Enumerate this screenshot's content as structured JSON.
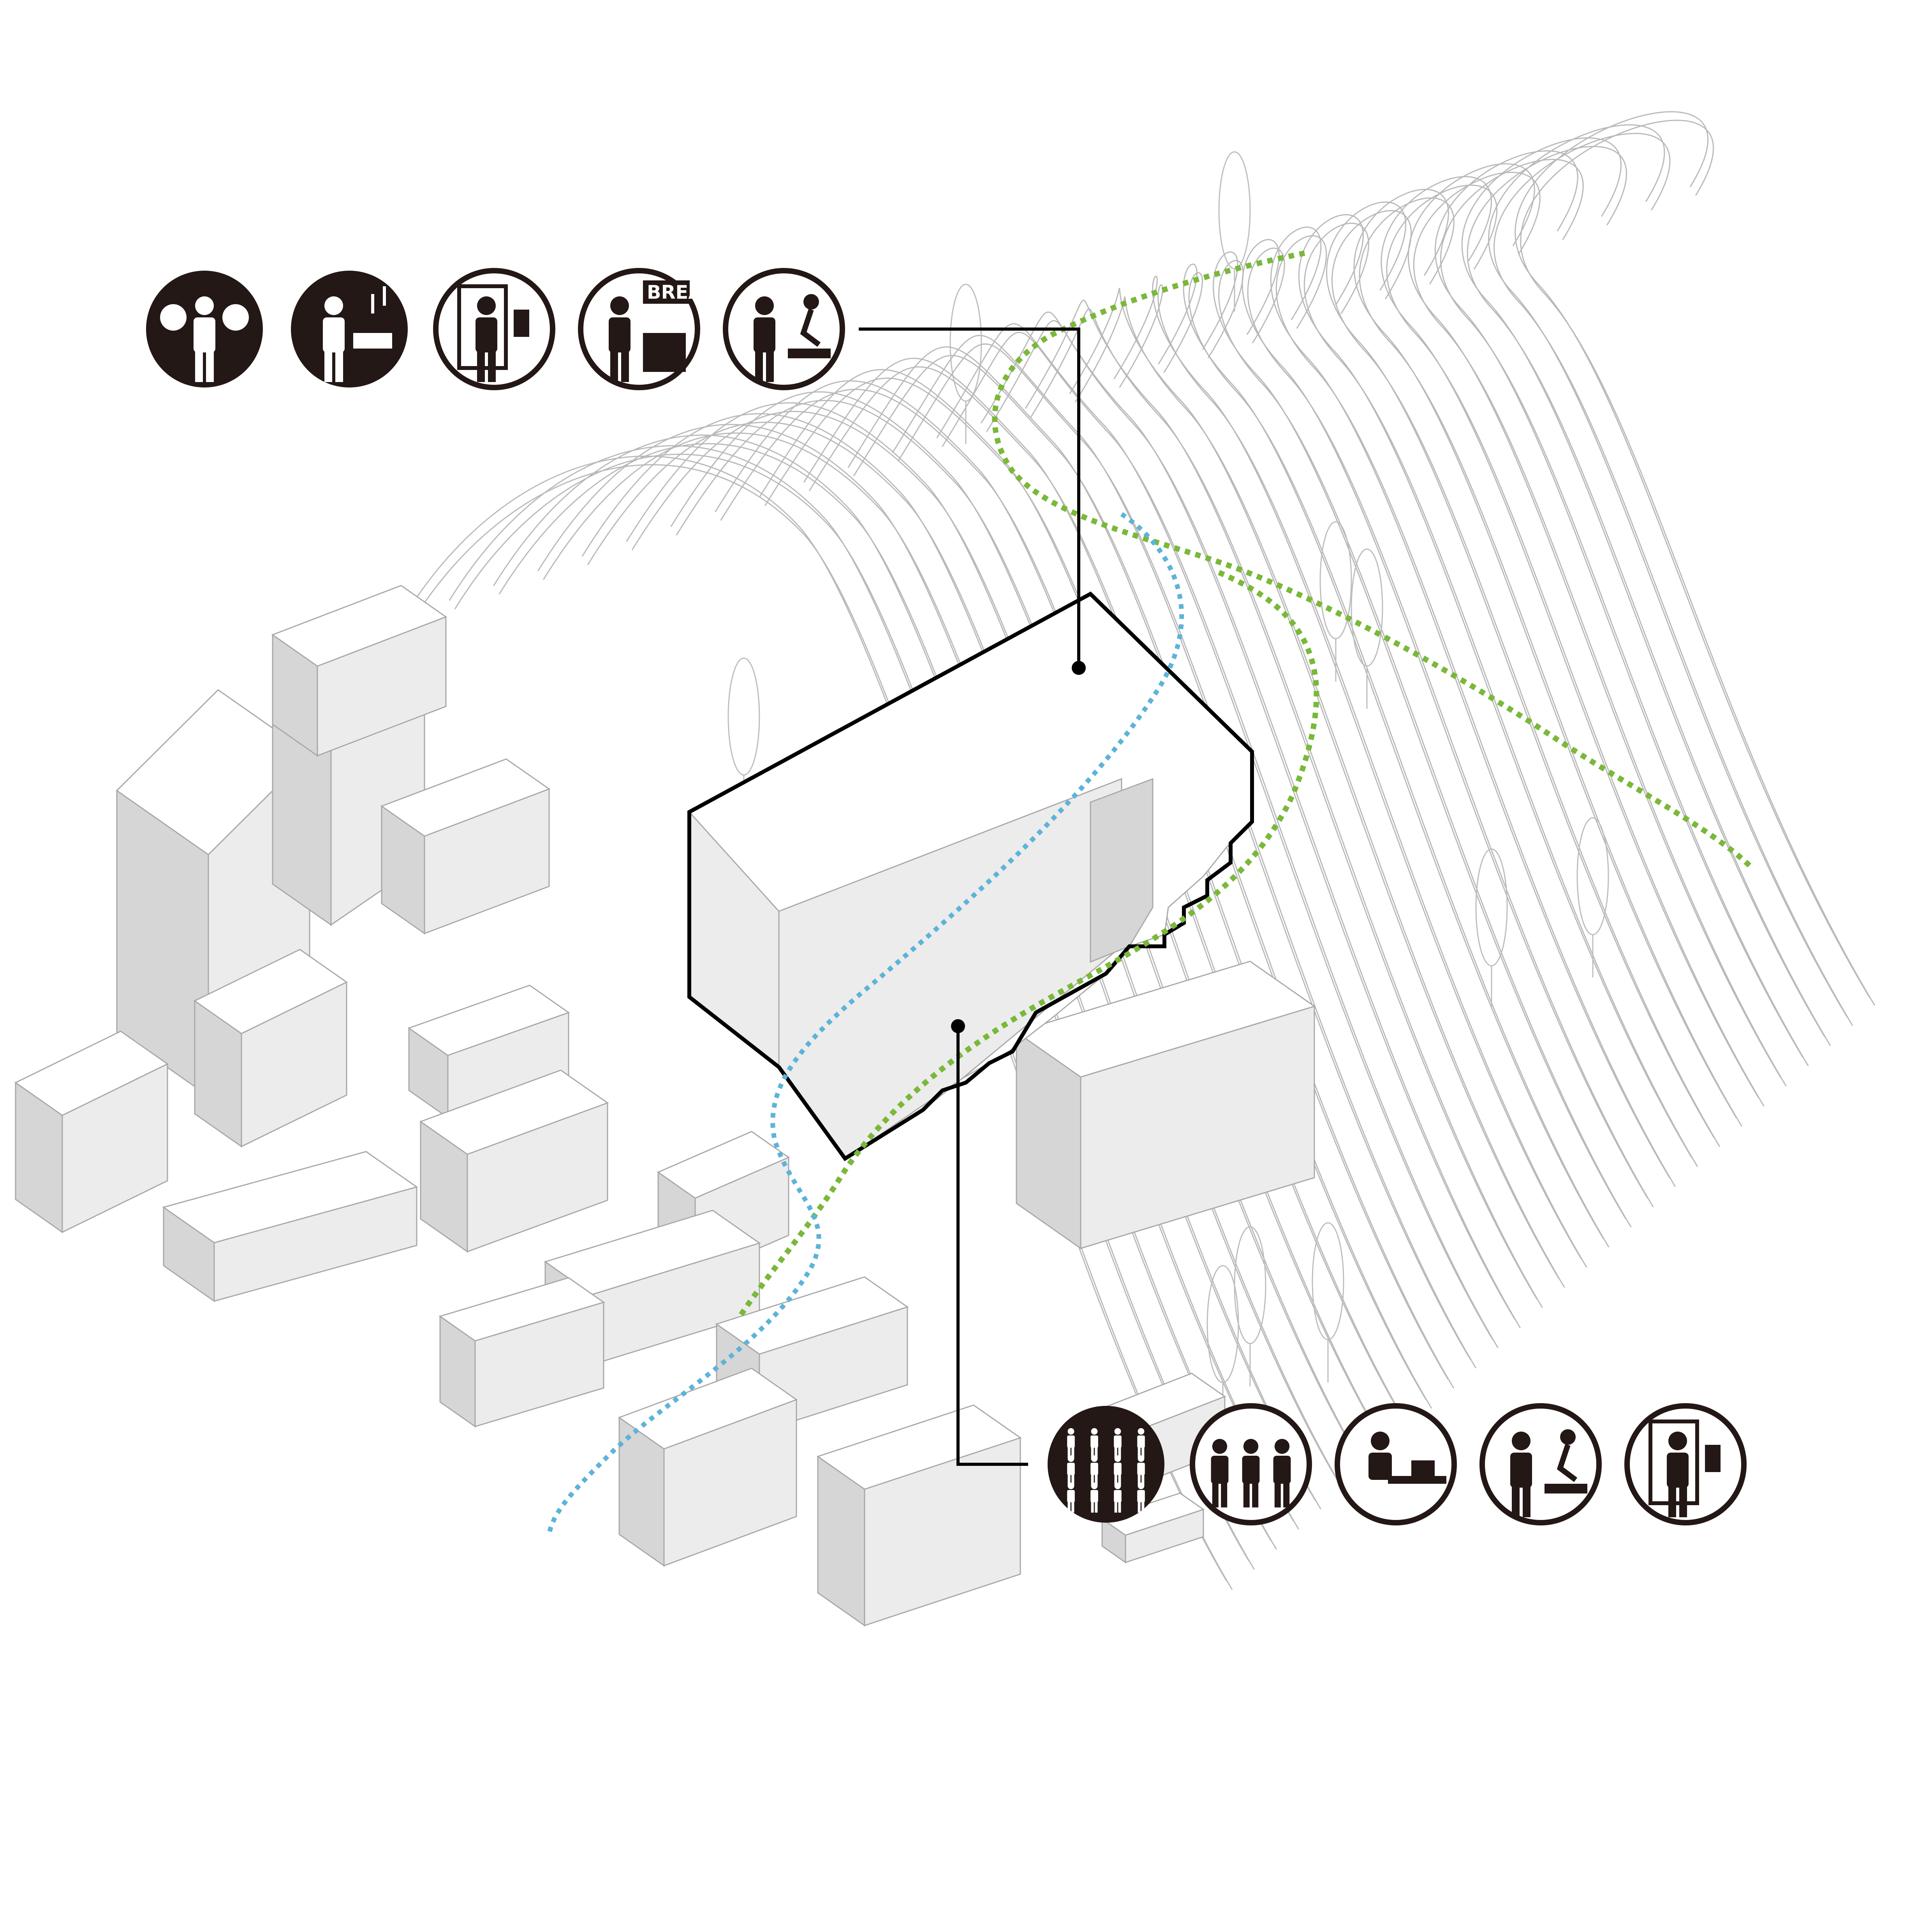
{
  "icons": {
    "upper_row": [
      {
        "name": "money-bags-person-icon",
        "style": "filled"
      },
      {
        "name": "entertainer-music-icon",
        "style": "filled"
      },
      {
        "name": "keypad-door-entry-icon",
        "style": "outline"
      },
      {
        "name": "bread-vendor-stall-icon",
        "style": "outline",
        "sign_text": "BREAD"
      },
      {
        "name": "person-with-skateboarder-icon",
        "style": "outline"
      }
    ],
    "lower_row": [
      {
        "name": "crowd-gathering-icon",
        "style": "filled"
      },
      {
        "name": "three-people-standing-icon",
        "style": "outline"
      },
      {
        "name": "person-working-at-desk-icon",
        "style": "outline"
      },
      {
        "name": "person-with-skateboarder-icon",
        "style": "outline"
      },
      {
        "name": "keypad-door-entry-icon",
        "style": "outline"
      }
    ]
  },
  "colors": {
    "green_path": "#7ab83a",
    "blue_path": "#5db3d8",
    "icon_dark": "#231815",
    "outline": "#000000"
  }
}
